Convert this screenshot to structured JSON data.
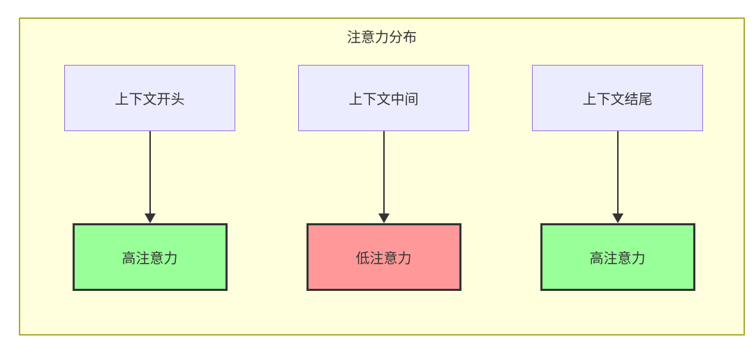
{
  "diagram": {
    "title": "注意力分布",
    "type": "flowchart",
    "colors": {
      "cluster_fill": "#ffffde",
      "cluster_border": "#aaaa33",
      "source_node_fill": "#ececff",
      "source_node_border": "#9370db",
      "high_attention_fill": "#99ff99",
      "low_attention_fill": "#ff9999",
      "target_node_border": "#333333",
      "arrow_color": "#333333",
      "text_color": "#333333"
    },
    "columns": [
      {
        "source": "上下文开头",
        "target": "高注意力",
        "attention_level": "high"
      },
      {
        "source": "上下文中间",
        "target": "低注意力",
        "attention_level": "low"
      },
      {
        "source": "上下文结尾",
        "target": "高注意力",
        "attention_level": "high"
      }
    ]
  }
}
